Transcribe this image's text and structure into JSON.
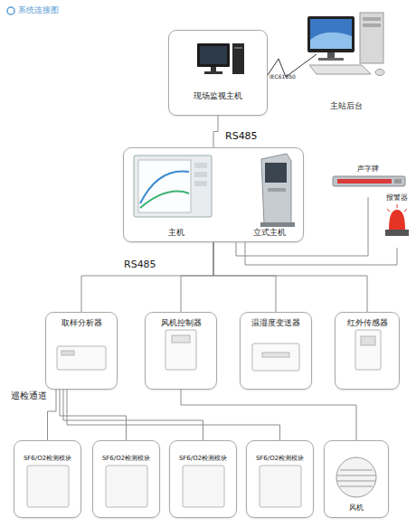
{
  "diagram": {
    "title": "系统连接图",
    "nodes": [
      {
        "text": [
          "现场监视主机"
        ]
      },
      {
        "text": [
          "主站后台"
        ]
      },
      {
        "text": [
          "RS485"
        ]
      },
      {
        "text": [
          "主机"
        ],
        "in": 2
      },
      {
        "text": [
          "立式主机"
        ],
        "in": 2
      },
      {
        "text": [
          "声字牌"
        ]
      },
      {
        "text": [
          "报警器"
        ]
      },
      {
        "text": [
          "取样分析器"
        ]
      },
      {
        "text": [
          "风机控制器"
        ]
      },
      {
        "text": [
          "温湿度变送器"
        ]
      },
      {
        "text": [
          "红外传感器"
        ]
      },
      {
        "text": [
          "SF6/O2检测模块"
        ]
      },
      {
        "text": [
          "SF6/O2检测模块"
        ]
      },
      {
        "text": [
          "SF6/O2检测模块"
        ]
      },
      {
        "text": [
          "SF6/O2检测模块"
        ]
      },
      {
        "text": [
          "风机"
        ]
      }
    ],
    "edges": [
      {
        "from": 0,
        "to": 1,
        "label": "IEC61850",
        "arrow": "none"
      },
      {
        "from": 0,
        "to": 2,
        "arrow": "none"
      },
      {
        "from": 2,
        "to": 5,
        "arrow": "none"
      },
      {
        "from": 2,
        "to": 6,
        "arrow": "none"
      },
      {
        "from": 2,
        "to": 7,
        "arrow": "none"
      },
      {
        "from": 2,
        "to": 8,
        "arrow": "none"
      },
      {
        "from": 2,
        "to": 9,
        "arrow": "none"
      },
      {
        "from": 2,
        "to": 10,
        "arrow": "none"
      },
      {
        "from": 7,
        "to": 11,
        "arrow": "none"
      },
      {
        "from": 7,
        "to": 12,
        "arrow": "none"
      },
      {
        "from": 7,
        "to": 13,
        "arrow": "none"
      },
      {
        "from": 7,
        "to": 14,
        "arrow": "none"
      },
      {
        "from": 8,
        "to": 15,
        "arrow": "none"
      }
    ],
    "labels": [
      "RS485",
      "巡检通道"
    ]
  }
}
